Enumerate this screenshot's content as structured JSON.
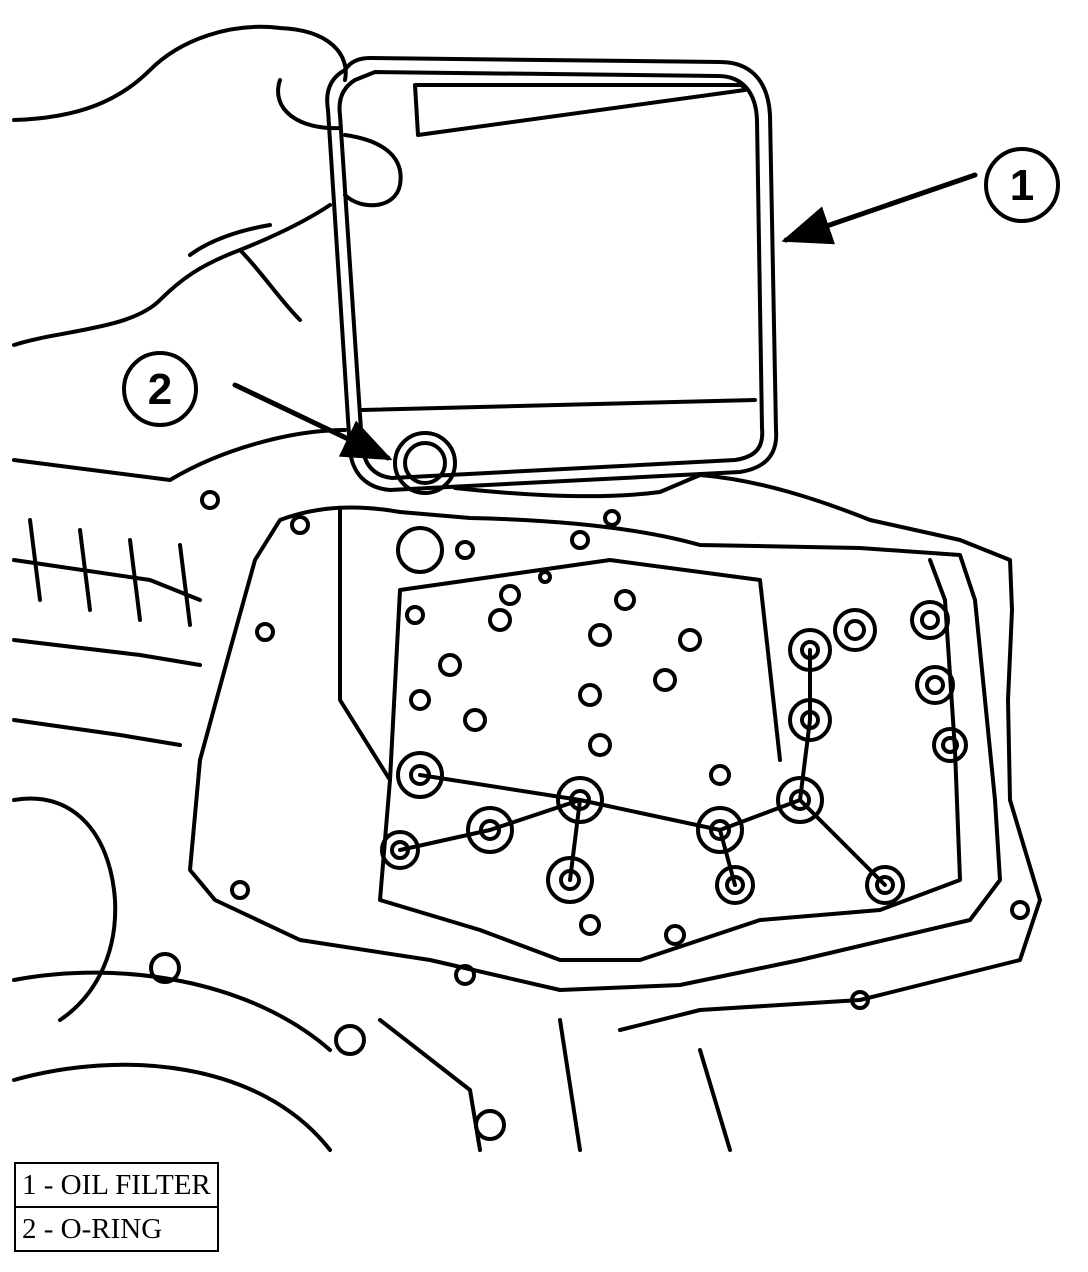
{
  "callouts": [
    {
      "number": "1"
    },
    {
      "number": "2"
    }
  ],
  "legend": [
    {
      "text": "1 - OIL FILTER"
    },
    {
      "text": "2 - O-RING"
    }
  ],
  "colors": {
    "ink": "#000000",
    "paper": "#ffffff"
  }
}
